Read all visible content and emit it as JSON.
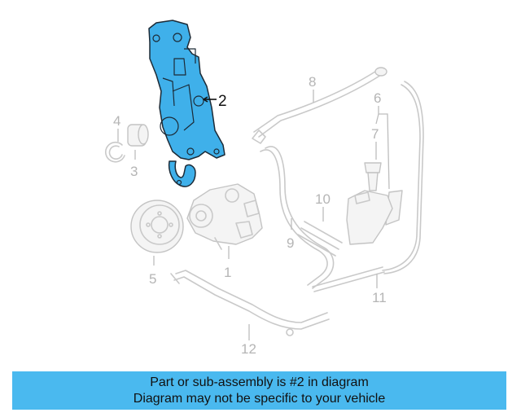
{
  "callouts": {
    "c1": "1",
    "c2": "2",
    "c3": "3",
    "c4": "4",
    "c5": "5",
    "c6": "6",
    "c7": "7",
    "c8": "8",
    "c9": "9",
    "c10": "10",
    "c11": "11",
    "c12": "12"
  },
  "highlighted_part": "2",
  "caption": {
    "line1": "Part or sub-assembly is #2 in diagram",
    "line2": "Diagram may not be specific to your vehicle"
  },
  "colors": {
    "highlight": "#3fb0ea",
    "caption_bg": "#4ab9ef",
    "ghost": "#c9c9c9"
  }
}
